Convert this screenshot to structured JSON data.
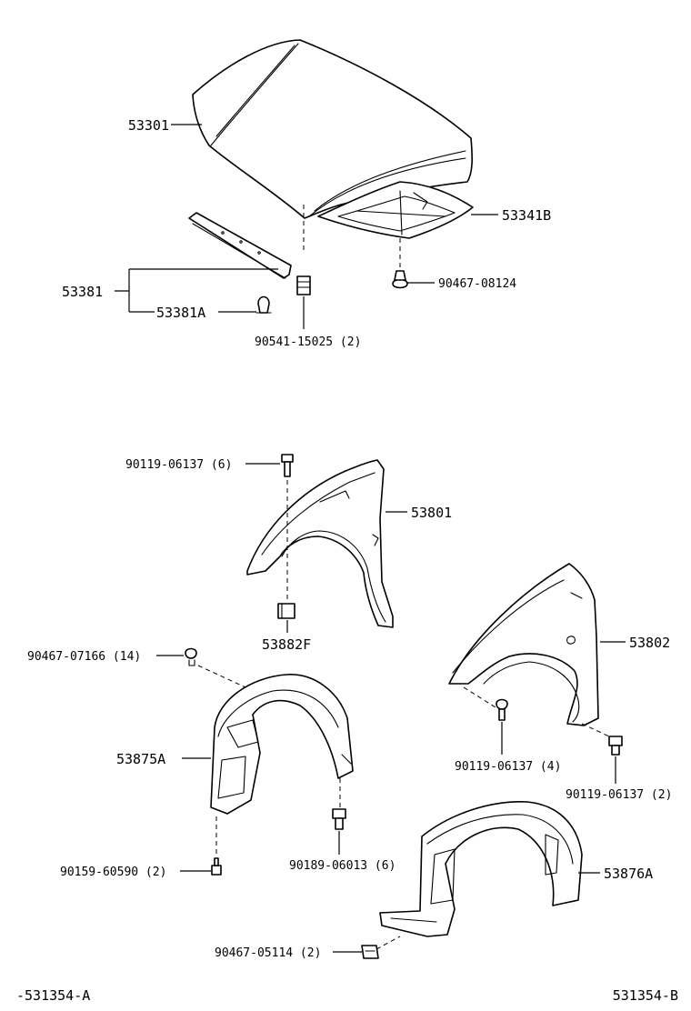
{
  "labels": {
    "hood": "53301",
    "hood_insulator": "53341B",
    "clip_90467_08124": "90467-08124",
    "hood_seal": "53381",
    "seal_clip": "53381A",
    "cushion_90541": "90541-15025 (2)",
    "bolt_90119_top": "90119-06137 (6)",
    "fender_right": "53801",
    "nut_53882F": "53882F",
    "fender_left": "53802",
    "clip_90467_07166": "90467-07166 (14)",
    "liner_right": "53875A",
    "bolt_90119_4": "90119-06137 (4)",
    "bolt_90119_2": "90119-06137 (2)",
    "screw_90159": "90159-60590 (2)",
    "bolt_90189": "90189-06013 (6)",
    "liner_left": "53876A",
    "clip_90467_05114": "90467-05114 (2)"
  },
  "footer": {
    "left_code": "-531354-A",
    "right_code": "531354-B"
  }
}
